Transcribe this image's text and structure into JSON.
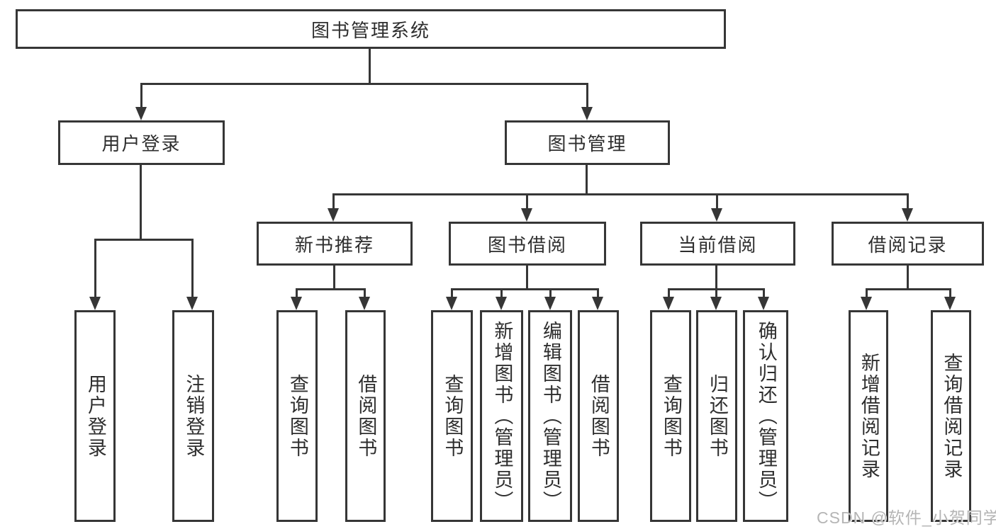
{
  "diagram": {
    "root": {
      "label": "图书管理系统"
    },
    "branches": [
      {
        "label": "用户登录",
        "children": [
          {
            "label": "用户登录"
          },
          {
            "label": "注销登录"
          }
        ]
      },
      {
        "label": "图书管理",
        "children": [
          {
            "label": "新书推荐",
            "children": [
              {
                "label": "查询图书"
              },
              {
                "label": "借阅图书"
              }
            ]
          },
          {
            "label": "图书借阅",
            "children": [
              {
                "label": "查询图书"
              },
              {
                "label": "新增图书（管理员）"
              },
              {
                "label": "编辑图书（管理员）"
              },
              {
                "label": "借阅图书"
              }
            ]
          },
          {
            "label": "当前借阅",
            "children": [
              {
                "label": "查询图书"
              },
              {
                "label": "归还图书"
              },
              {
                "label": "确认归还（管理员）"
              }
            ]
          },
          {
            "label": "借阅记录",
            "children": [
              {
                "label": "新增借阅记录"
              },
              {
                "label": "查询借阅记录"
              }
            ]
          }
        ]
      }
    ]
  },
  "watermark": {
    "text": "CSDN @软件_小贺同学"
  },
  "colors": {
    "line": "#363636",
    "text": "#2e2e2e",
    "watermark": "#b5b5b5",
    "background": "#ffffff"
  }
}
